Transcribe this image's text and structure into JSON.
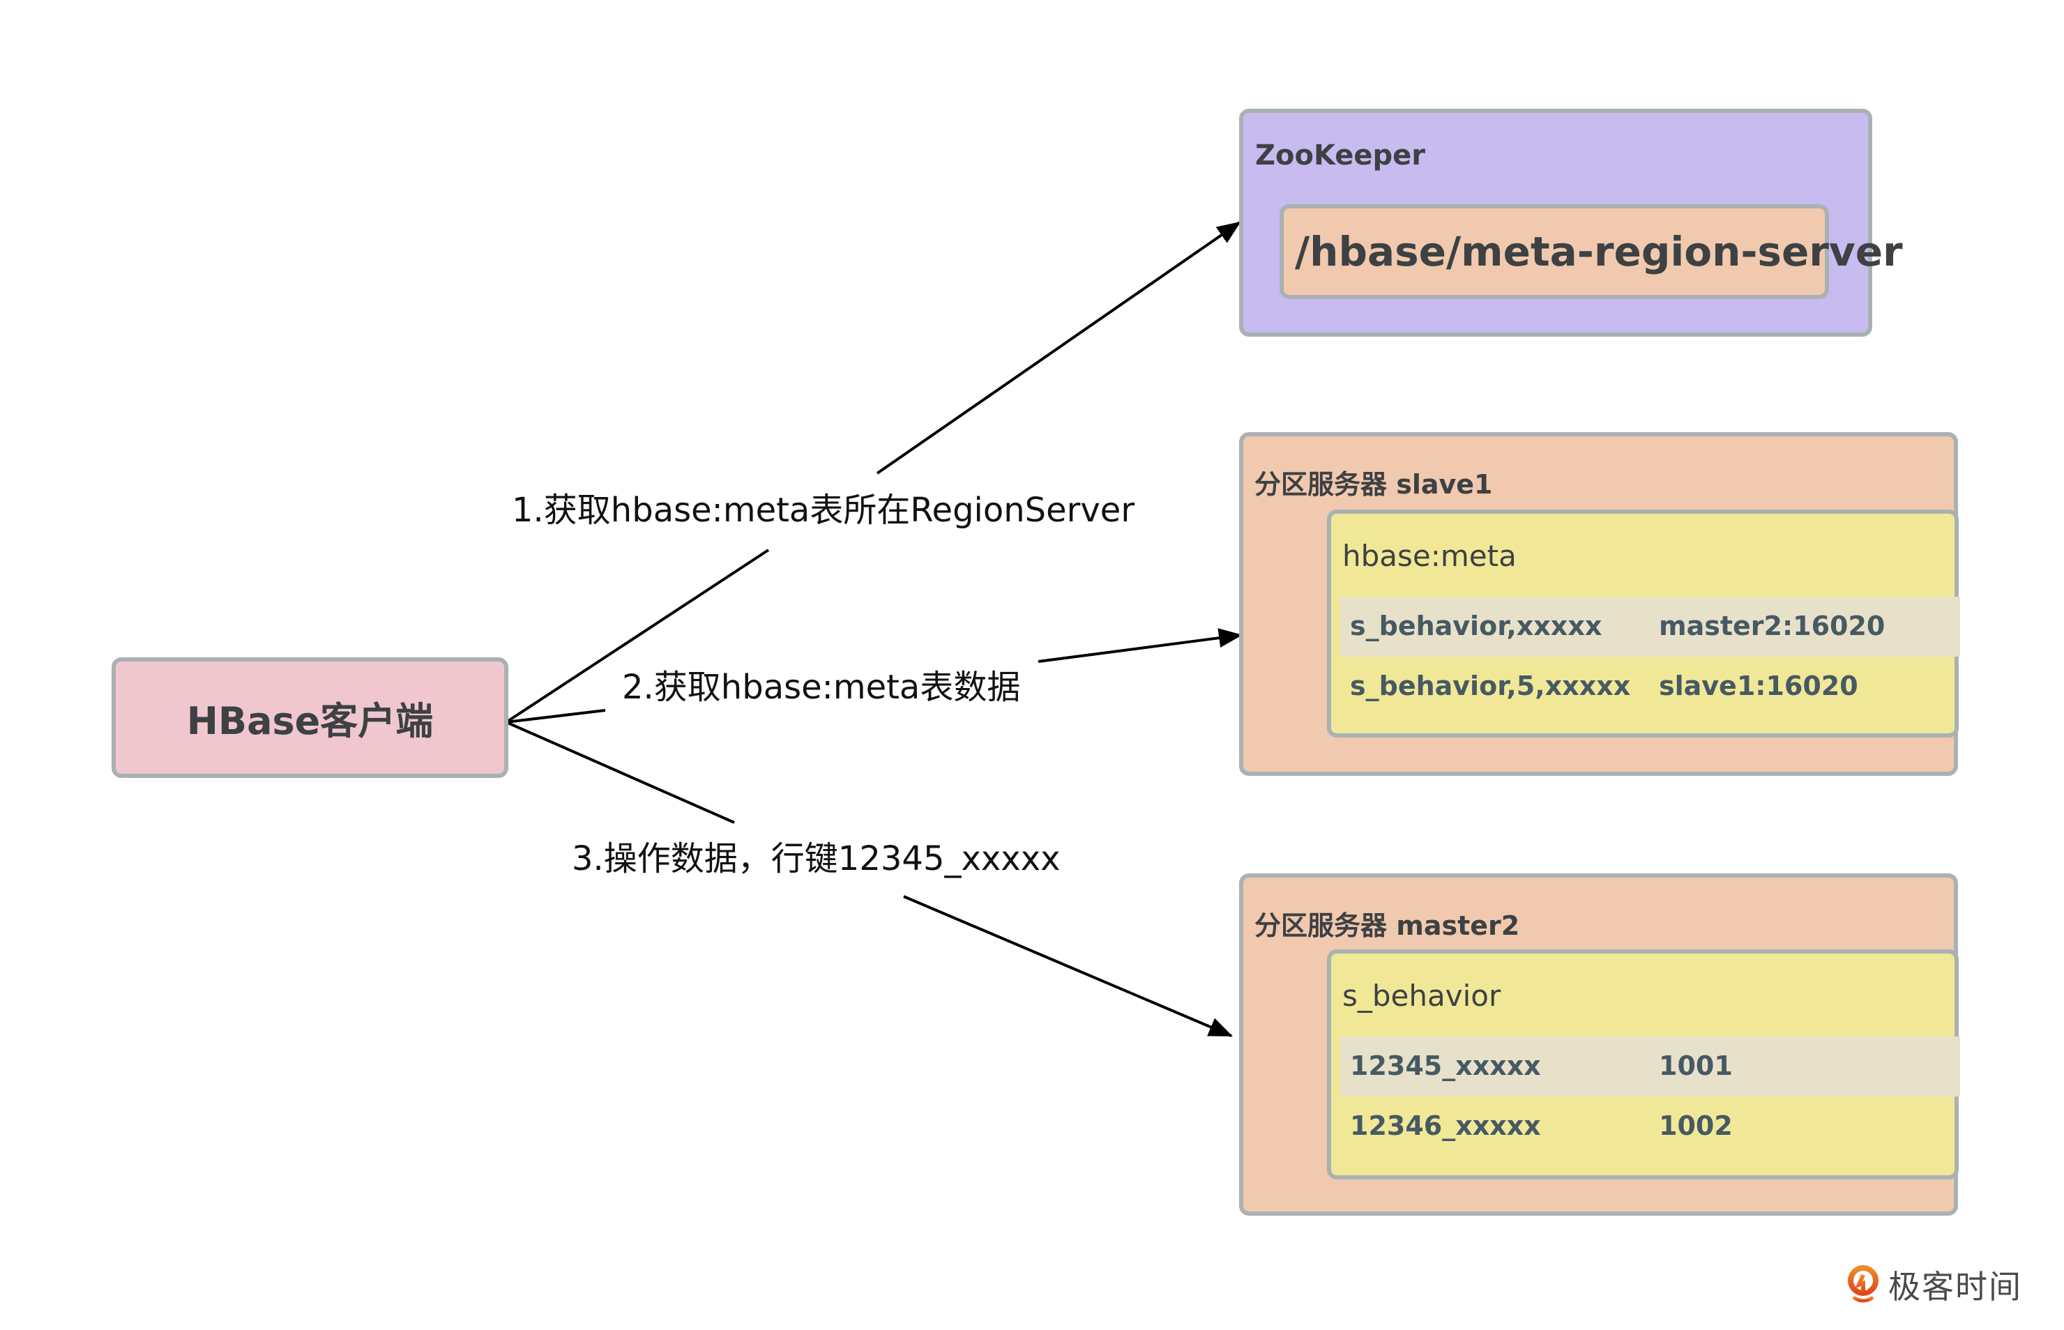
{
  "client": {
    "label": "HBase客户端"
  },
  "zookeeper": {
    "title": "ZooKeeper",
    "znode": "/hbase/meta-region-server"
  },
  "region_servers": [
    {
      "title": "分区服务器 slave1",
      "table": {
        "name": "hbase:meta",
        "rows": [
          {
            "key": "s_behavior,xxxxx",
            "value": "master2:16020",
            "highlighted": true
          },
          {
            "key": "s_behavior,5,xxxxx",
            "value": "slave1:16020",
            "highlighted": false
          }
        ]
      }
    },
    {
      "title": "分区服务器 master2",
      "table": {
        "name": "s_behavior",
        "rows": [
          {
            "key": "12345_xxxxx",
            "value": "1001",
            "highlighted": true
          },
          {
            "key": "12346_xxxxx",
            "value": "1002",
            "highlighted": false
          }
        ]
      }
    }
  ],
  "steps": [
    {
      "label": "1.获取hbase:meta表所在RegionServer",
      "from": "HBase客户端",
      "to": "ZooKeeper"
    },
    {
      "label": "2.获取hbase:meta表数据",
      "from": "HBase客户端",
      "to": "分区服务器 slave1"
    },
    {
      "label": "3.操作数据，行键12345_xxxxx",
      "from": "HBase客户端",
      "to": "分区服务器 master2"
    }
  ],
  "watermark": {
    "text": "极客时间",
    "icon": "geektime-logo-icon"
  },
  "colors": {
    "client_fill": "#f0c7cf",
    "zookeeper_fill": "#c7bbf0",
    "server_fill": "#f1c9ae",
    "table_fill": "#f1e897",
    "row_highlight": "#e8e1c9",
    "border": "#aab1b3",
    "logo_orange": "#e8601c"
  }
}
